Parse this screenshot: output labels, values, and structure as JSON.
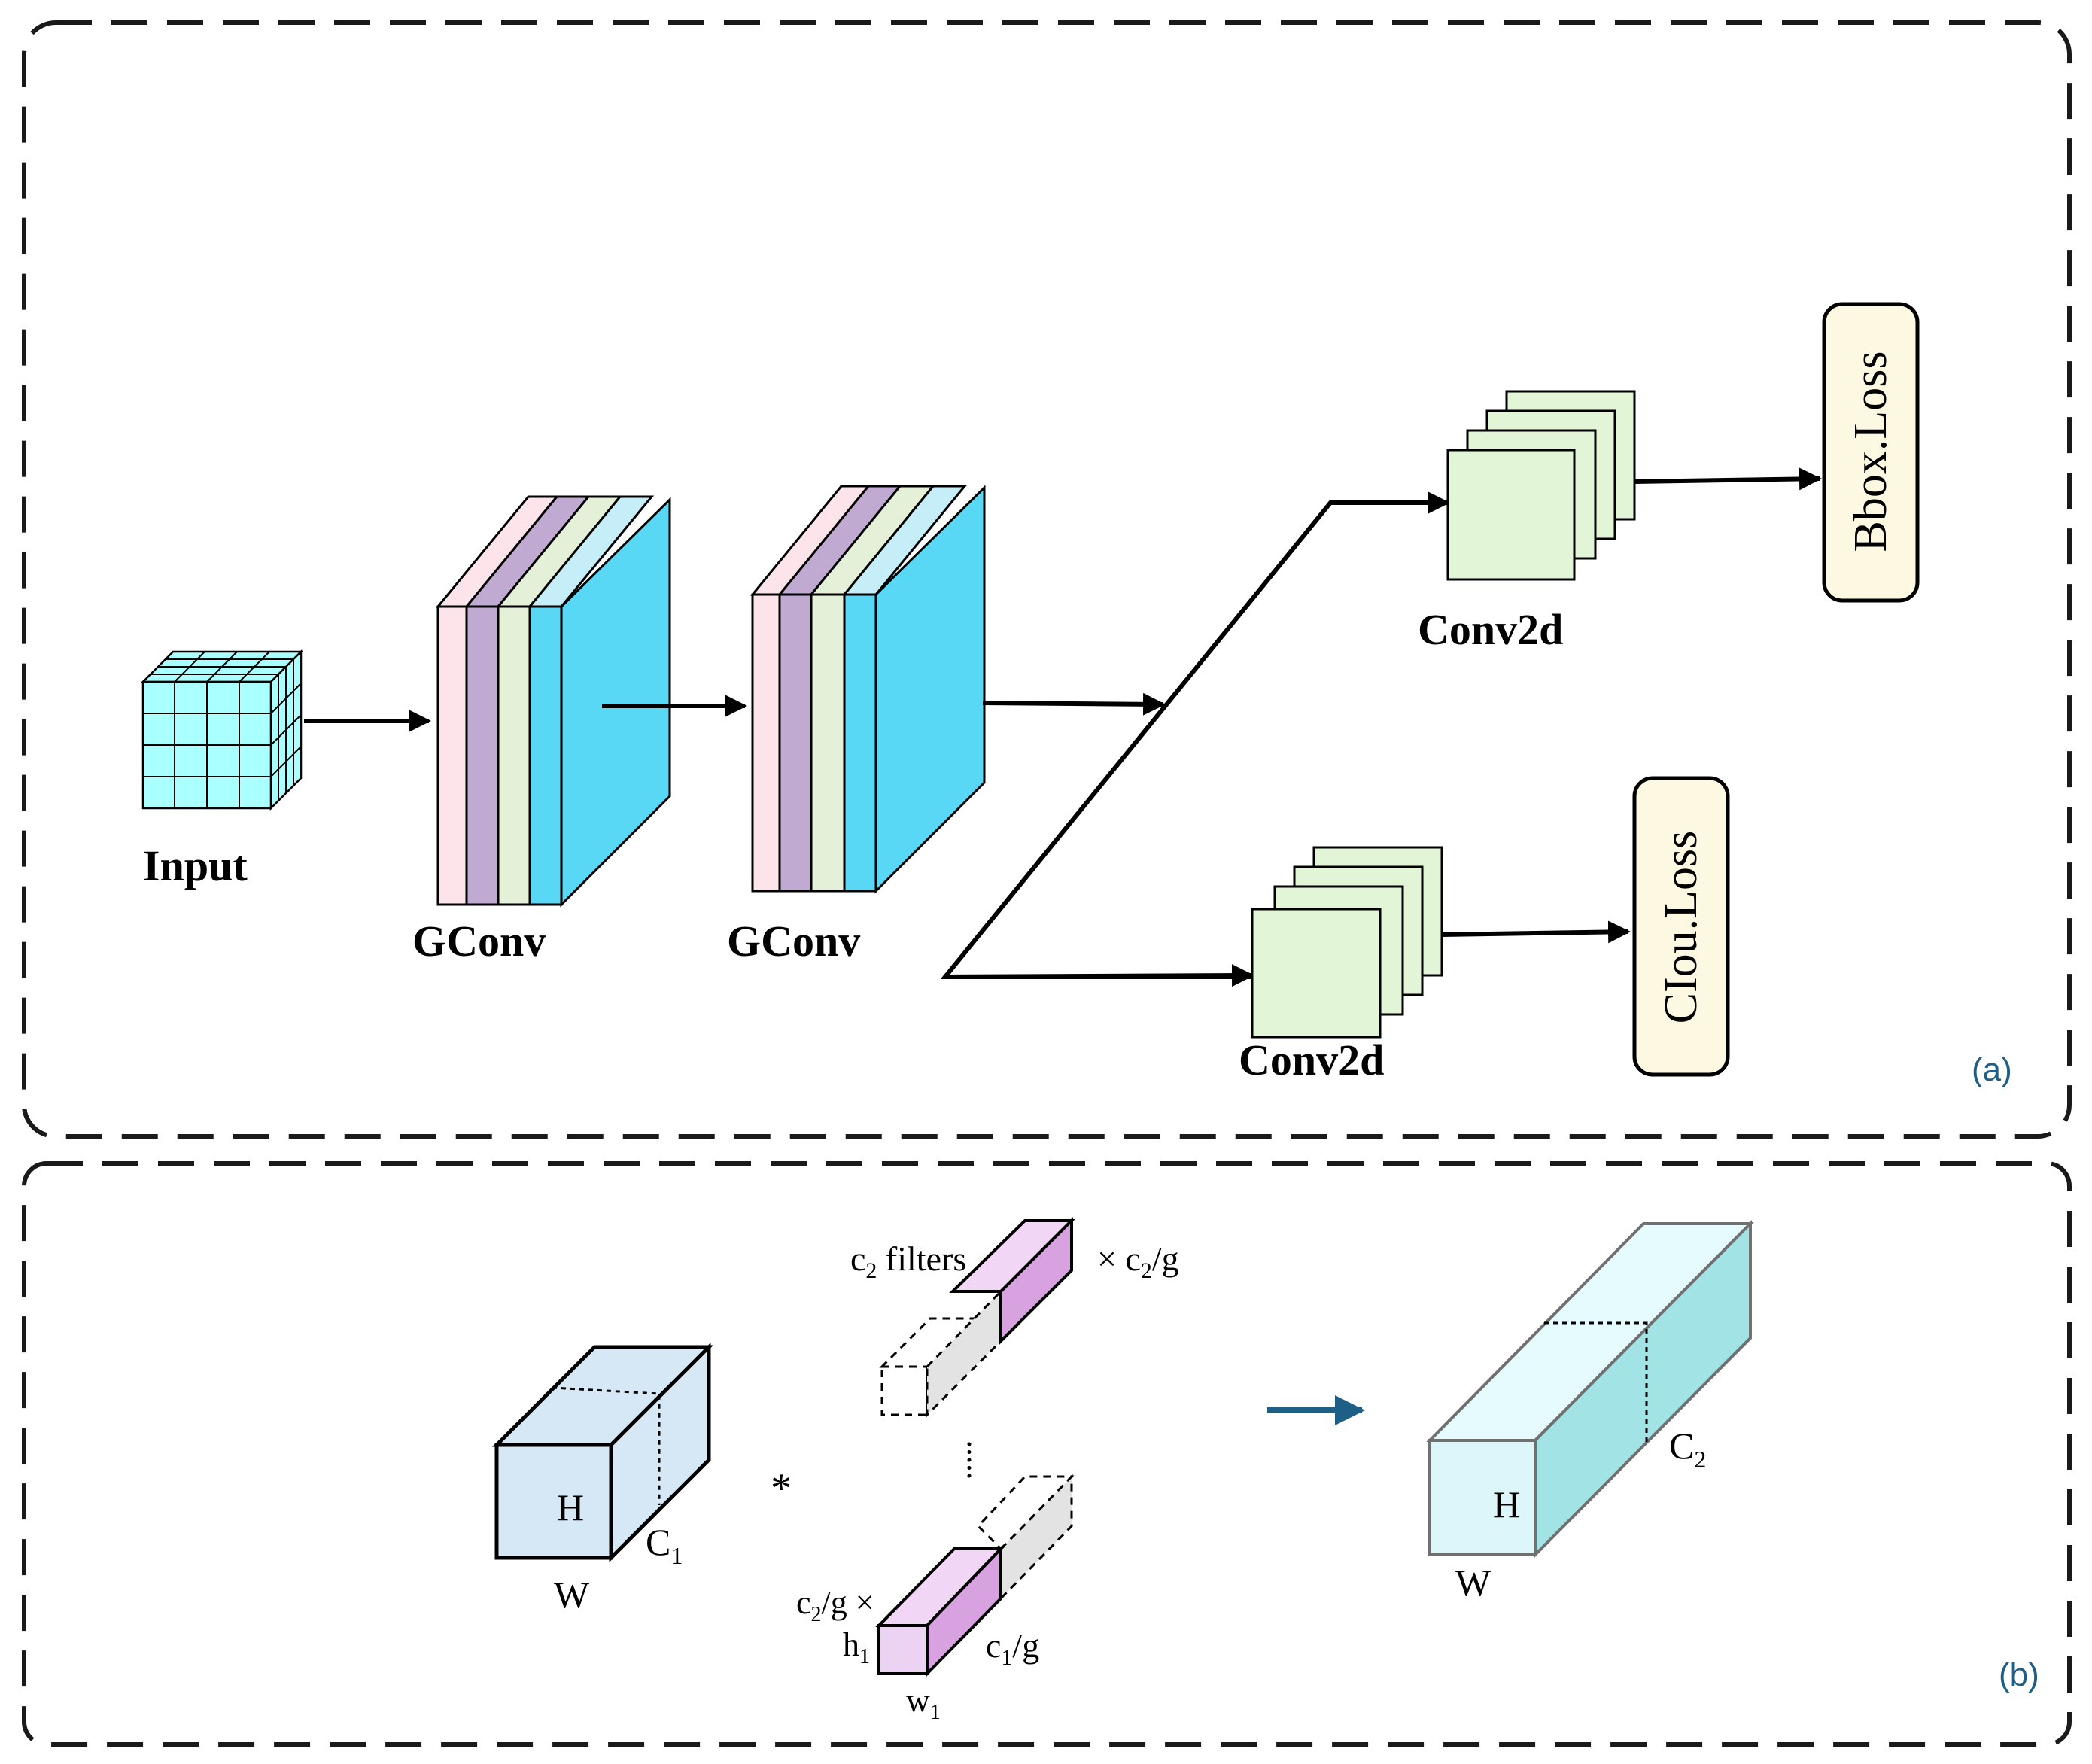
{
  "panel_a": {
    "tag": "(a)",
    "input_label": "Input",
    "gconv1_label": "GConv",
    "gconv2_label": "GConv",
    "conv2d_top_label": "Conv2d",
    "conv2d_bottom_label": "Conv2d",
    "bbox_loss_label": "Bbox.Loss",
    "ciou_loss_label": "CIou.Loss"
  },
  "panel_b": {
    "tag": "(b)",
    "input_h": "H",
    "input_w": "W",
    "input_c": "C",
    "input_c_sub": "1",
    "multiply_symbol": "*",
    "filters_c": "c",
    "filters_c_sub": "2",
    "filters_text": " filters",
    "times_c2g_prefix": "× c",
    "times_c2g_sub": "2",
    "times_c2g_suffix": "/g",
    "c2g_prefix": "c",
    "c2g_sub": "2",
    "c2g_suffix": "/g ×",
    "h1": "h",
    "h1_sub": "1",
    "c1g_prefix": "c",
    "c1g_sub": "1",
    "c1g_suffix": "/g",
    "w1": "w",
    "w1_sub": "1",
    "ellipsis": ".....",
    "output_h": "H",
    "output_w": "W",
    "output_c": "C",
    "output_c_sub": "2"
  },
  "colors": {
    "tag_color": "#1d5f86",
    "arrow_b": "#1d5f86",
    "input_cube": "#aaffff",
    "pink": "#fde3ea",
    "purple": "#c0aad2",
    "green_light": "#e4f0d8",
    "cyan": "#58d8f5",
    "conv2d_fill": "#e3f5d7",
    "loss_fill": "#fdf8e1",
    "blue_box": "#d6e8f6",
    "magenta": "#d8a2e0",
    "magenta_light": "#f1d7f5",
    "gray_box": "#e3e3e3",
    "out_light": "#ddf6f9",
    "out_teal": "#a2e3e6"
  }
}
